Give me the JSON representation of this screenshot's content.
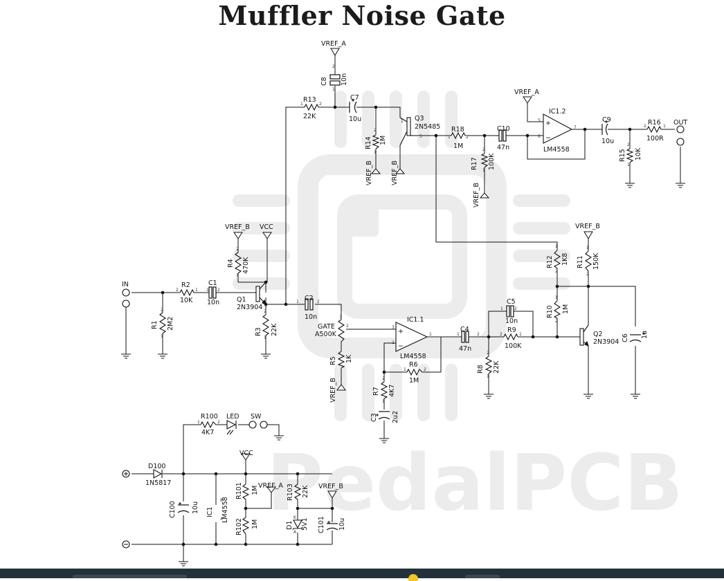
{
  "title": "Muffler Noise Gate",
  "watermark": "PedalPCB",
  "colors": {
    "wire": "#111111",
    "watermark": "#ececec",
    "title": "#1b1b1b",
    "bottom_bar": "#23313a"
  },
  "labels": {
    "VREF_A_top": "VREF_A",
    "C8": "C8",
    "C8v": "10n",
    "R13": "R13",
    "R13v": "22K",
    "C7": "C7",
    "C7v": "10u",
    "Q3": "Q3",
    "Q3v": "2N5485",
    "R14": "R14",
    "R14v": "1M",
    "VREF_B_r14": "VREF_B",
    "VREF_B_q3": "VREF_B",
    "R18": "R18",
    "R18v": "1M",
    "C10": "C10",
    "C10v": "47n",
    "R17": "R17",
    "R17v": "100K",
    "VREF_B_r17": "VREF_B",
    "VREF_A_ic12": "VREF_A",
    "IC12": "IC1.2",
    "IC12v": "LM4558",
    "C9": "C9",
    "C9v": "10u",
    "R16": "R16",
    "R16v": "100R",
    "R15": "R15",
    "R15v": "10K",
    "OUT": "OUT",
    "VREF_B_r4": "VREF_B",
    "VCC_q1": "VCC",
    "R4": "R4",
    "R4v": "470K",
    "IN": "IN",
    "R2": "R2",
    "R2v": "10K",
    "C1": "C1",
    "C1v": "10n",
    "Q1": "Q1",
    "Q1v": "2N3904",
    "R1": "R1",
    "R1v": "2M2",
    "R3": "R3",
    "R3v": "22K",
    "C2": "C2",
    "C2v": "10n",
    "GATE": "GATE",
    "GATEv": "A500K",
    "R5": "R5",
    "R5v": "1K",
    "VREF_B_r5": "VREF_B",
    "IC11": "IC1.1",
    "IC11v": "LM4558",
    "R6": "R6",
    "R6v": "1M",
    "R7": "R7",
    "R7v": "4K7",
    "C3": "C3",
    "C3v": "2u2",
    "C4": "C4",
    "C4v": "47n",
    "C5": "C5",
    "C5v": "10n",
    "R9": "R9",
    "R9v": "100K",
    "R8": "R8",
    "R8v": "22K",
    "VREF_B_r11": "VREF_B",
    "R12": "R12",
    "R12v": "1K8",
    "R11": "R11",
    "R11v": "150K",
    "R10": "R10",
    "R10v": "1M",
    "Q2": "Q2",
    "Q2v": "2N3904",
    "C6": "C6",
    "C6v": "1u",
    "R100": "R100",
    "R100v": "4K7",
    "LED": "LED",
    "SW": "SW",
    "D100": "D100",
    "D100v": "1N5817",
    "VCC_pwr": "VCC",
    "C100": "C100",
    "C100v": "10u",
    "IC1": "IC1",
    "IC1v": "LM4558",
    "R101": "R101",
    "R101v": "1M",
    "VREF_A_pwr": "VREF_A",
    "R103": "R103",
    "R103v": "22K",
    "VREF_B_pwr": "VREF_B",
    "R102": "R102",
    "R102v": "1M",
    "D1": "D1",
    "D1v": "5V1",
    "C101": "C101",
    "C101v": "10u",
    "plus": "+",
    "minus": "−"
  }
}
